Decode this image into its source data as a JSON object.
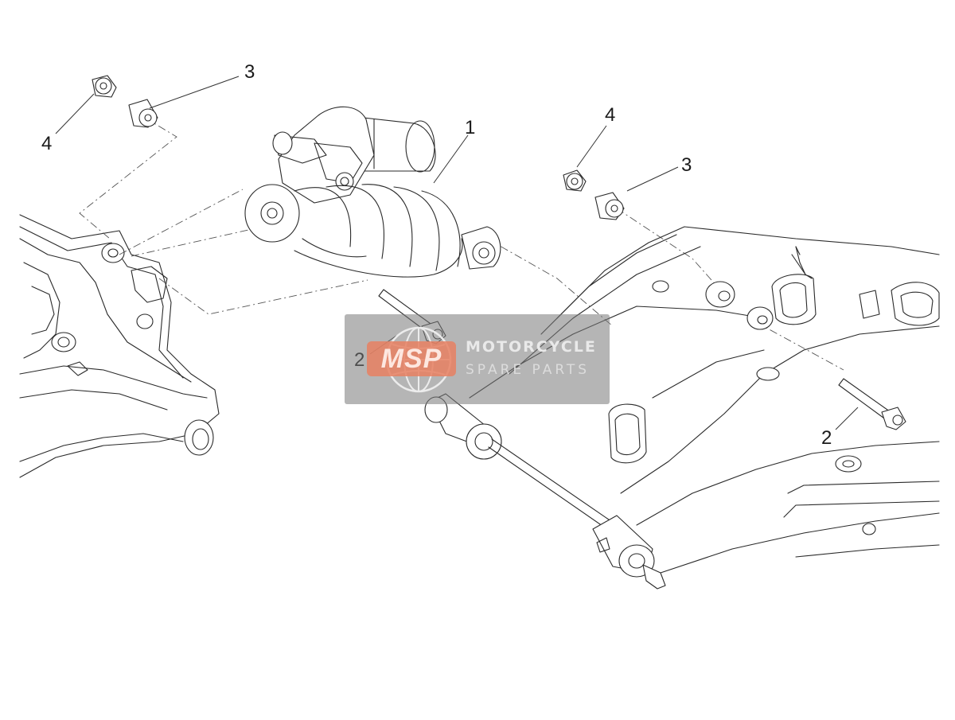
{
  "diagram": {
    "callouts": [
      {
        "id": "c4-left",
        "text": "4"
      },
      {
        "id": "c3-left",
        "text": "3"
      },
      {
        "id": "c1",
        "text": "1"
      },
      {
        "id": "c4-right",
        "text": "4"
      },
      {
        "id": "c3-right",
        "text": "3"
      },
      {
        "id": "c2-left",
        "text": "2"
      },
      {
        "id": "c2-right",
        "text": "2"
      }
    ]
  },
  "watermark": {
    "badge": "MSP",
    "line1": "MOTORCYCLE",
    "line2": "SPARE PARTS",
    "badge_color": "#e88062",
    "panel_color": "#787878"
  }
}
